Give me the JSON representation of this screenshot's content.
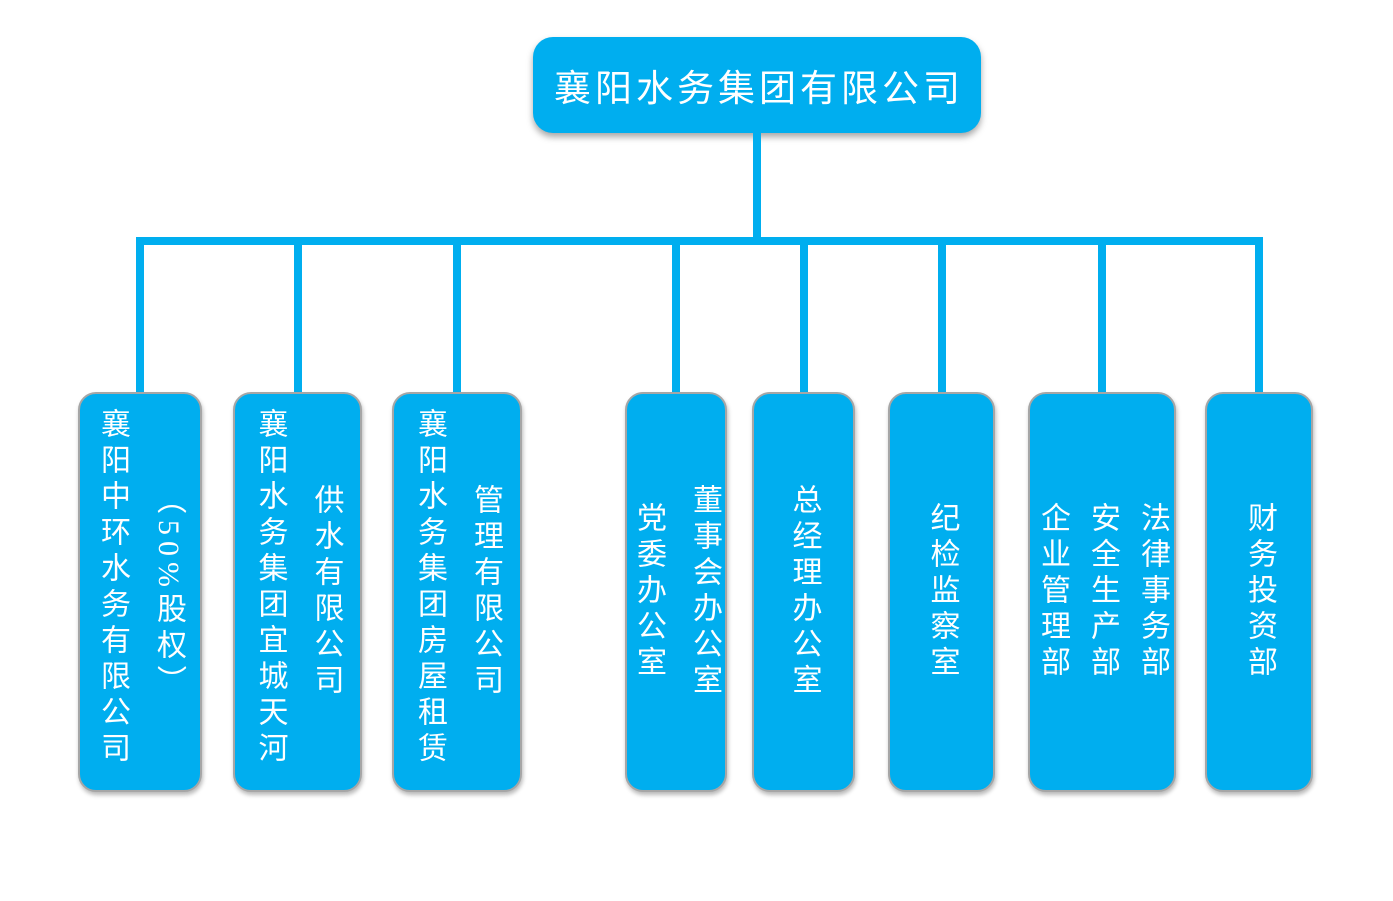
{
  "diagram": {
    "type": "org-chart",
    "root": {
      "label": "襄阳水务集团有限公司"
    },
    "children": [
      {
        "lines": [
          "襄阳中环水务有限公司",
          "（50%股权）"
        ]
      },
      {
        "lines": [
          "襄阳水务集团宜城天河",
          "供水有限公司"
        ]
      },
      {
        "lines": [
          "襄阳水务集团房屋租赁",
          "管理有限公司"
        ]
      },
      {
        "lines": [
          "党委办公室",
          "董事会办公室"
        ]
      },
      {
        "lines": [
          "总经理办公室"
        ]
      },
      {
        "lines": [
          "纪检监察室"
        ]
      },
      {
        "lines": [
          "企业管理部",
          "安全生产部",
          "法律事务部"
        ]
      },
      {
        "lines": [
          "财务投资部"
        ]
      }
    ],
    "colors": {
      "fill": "#00AEEF",
      "connector": "#00AEEF",
      "text": "#FFFFFF",
      "border": "#A6A6A6",
      "background": "#FFFFFF"
    }
  }
}
